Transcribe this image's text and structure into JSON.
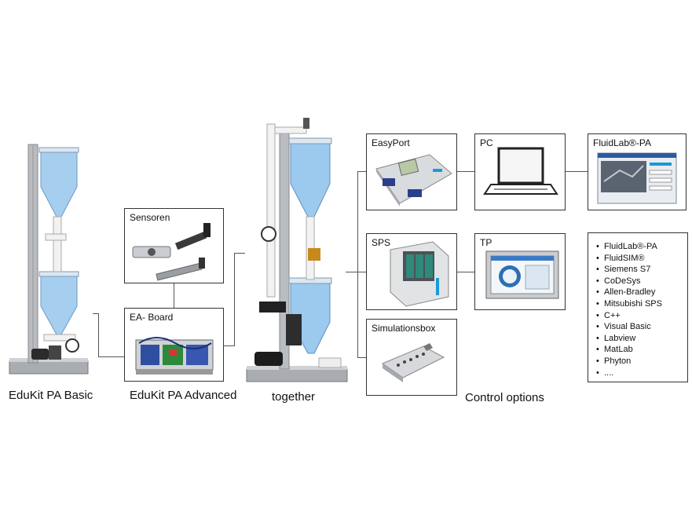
{
  "captions": {
    "basic": "EduKit PA Basic",
    "advanced": "EduKit PA Advanced",
    "together": "together",
    "control": "Control options"
  },
  "boxes": {
    "sensoren": "Sensoren",
    "ea_board": "EA- Board",
    "easyport": "EasyPort",
    "pc": "PC",
    "fluidlab": "FluidLab®-PA",
    "sps": "SPS",
    "tp": "TP",
    "simulationsbox": "Simulationsbox"
  },
  "control_list": [
    "FluidLab®-PA",
    "FluidSIM®",
    "Siemens S7",
    "CoDeSys",
    "Allen-Bradley",
    "Mitsubishi SPS",
    "C++",
    "Visual Basic",
    "Labview",
    "MatLab",
    "Phyton",
    "...."
  ],
  "bullet": "•",
  "colors": {
    "tank_blue": "#9cc9ee",
    "frame_gray": "#b9bcc0",
    "festo_blue": "#1a9ad6"
  }
}
